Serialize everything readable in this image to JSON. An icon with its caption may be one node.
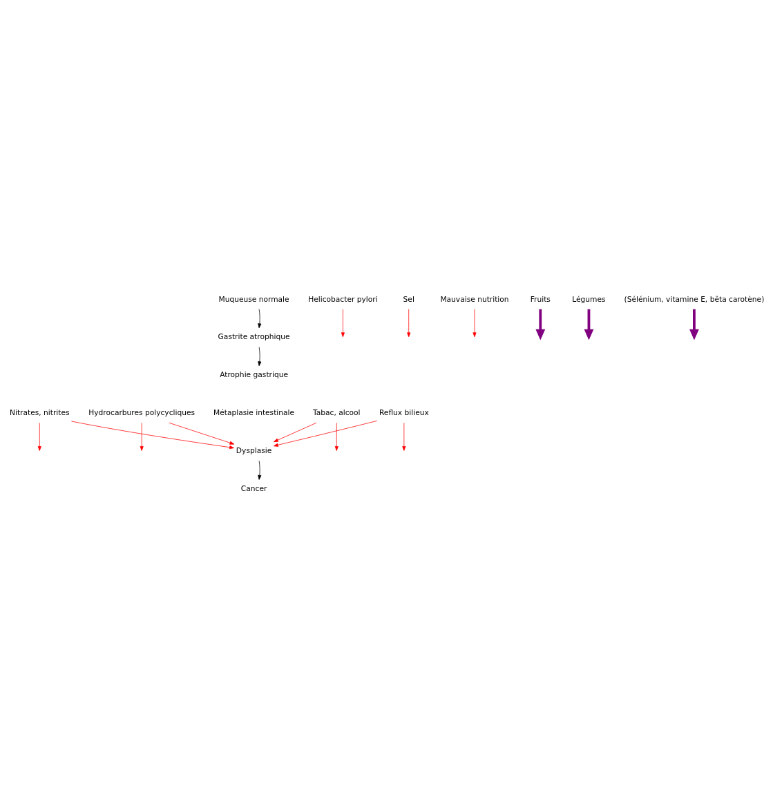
{
  "diagram": {
    "nodes": [
      {
        "text": [
          "Muqueuse normale"
        ]
      },
      {
        "text": [
          "Gastrite atrophique"
        ]
      },
      {
        "text": [
          "Atrophie gastrique"
        ]
      },
      {
        "text": [
          "Métaplasie intestinale"
        ]
      },
      {
        "text": [
          "Dysplasie"
        ]
      },
      {
        "text": [
          "Cancer"
        ]
      },
      {
        "text": [
          "Helicobacter pylori"
        ]
      },
      {
        "text": [
          "Sel"
        ]
      },
      {
        "text": [
          "Mauvaise nutrition"
        ]
      },
      {
        "text": [
          "Nitrates, nitrites"
        ]
      },
      {
        "text": [
          "Hydrocarbures polycycliques"
        ]
      },
      {
        "text": [
          "Tabac, alcool"
        ]
      },
      {
        "text": [
          "Reflux bilieux"
        ]
      },
      {
        "text": [
          "Fruits"
        ]
      },
      {
        "text": [
          "Légumes"
        ]
      },
      {
        "text": [
          "(Sélénium, vitamine E, bêta carotène)"
        ]
      }
    ],
    "edges": [
      {
        "from": 0,
        "to": 1,
        "arrow": "to",
        "color": "#000000"
      },
      {
        "from": 1,
        "to": 2,
        "arrow": "to",
        "color": "#000000"
      },
      {
        "from": 4,
        "to": 5,
        "arrow": "to",
        "color": "#000000"
      },
      {
        "from": 6,
        "to": null,
        "arrow": "to",
        "color": "#ff0000"
      },
      {
        "from": 7,
        "to": null,
        "arrow": "to",
        "color": "#ff0000"
      },
      {
        "from": 8,
        "to": null,
        "arrow": "to",
        "color": "#ff0000"
      },
      {
        "from": 9,
        "to": null,
        "arrow": "to",
        "color": "#ff0000"
      },
      {
        "from": 10,
        "to": null,
        "arrow": "to",
        "color": "#ff0000"
      },
      {
        "from": 11,
        "to": null,
        "arrow": "to",
        "color": "#ff0000"
      },
      {
        "from": 12,
        "to": null,
        "arrow": "to",
        "color": "#ff0000"
      },
      {
        "from": 9,
        "to": 4,
        "arrow": "to",
        "color": "#ff0000"
      },
      {
        "from": 10,
        "to": 4,
        "arrow": "to",
        "color": "#ff0000"
      },
      {
        "from": 11,
        "to": 4,
        "arrow": "to",
        "color": "#ff0000"
      },
      {
        "from": 12,
        "to": 4,
        "arrow": "to",
        "color": "#ff0000"
      },
      {
        "from": 13,
        "to": null,
        "arrow": "to",
        "style": "thick",
        "color": "#800080"
      },
      {
        "from": 14,
        "to": null,
        "arrow": "to",
        "style": "thick",
        "color": "#800080"
      },
      {
        "from": 15,
        "to": null,
        "arrow": "to",
        "style": "thick",
        "color": "#800080"
      }
    ]
  }
}
